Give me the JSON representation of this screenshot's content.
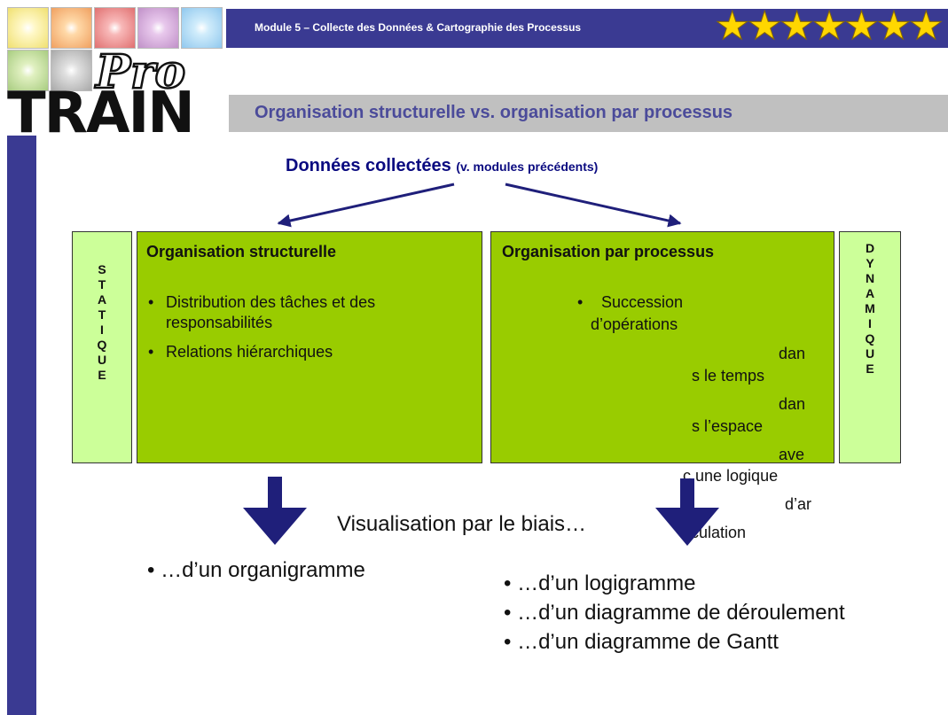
{
  "header": {
    "module_title": "Module 5 – Collecte des Données & Cartographie des Processus",
    "stars": "★★★★★★★"
  },
  "logo": {
    "pro": "Pro",
    "train": "TRAIN"
  },
  "slide": {
    "title": "Organisation structurelle vs. organisation par processus",
    "data_heading": "Données collectées",
    "data_heading_note": "(v. modules précédents)"
  },
  "colors": {
    "header_bar": "#3a3a92",
    "box_green": "#99cc00",
    "box_lightgreen": "#ccff99",
    "arrow": "#1f1f7a"
  },
  "statique": {
    "letters": [
      "S",
      "T",
      "A",
      "T",
      "I",
      "Q",
      "U",
      "E"
    ]
  },
  "dynamique": {
    "letters": [
      "D",
      "Y",
      "N",
      "A",
      "M",
      "I",
      "Q",
      "U",
      "E"
    ]
  },
  "structure_box": {
    "title": "Organisation structurelle",
    "bullet_1": "Distribution des tâches et des responsabilités",
    "bullet_2": "Relations hiérarchiques"
  },
  "process_box": {
    "title": "Organisation par processus",
    "line_1": "Succession",
    "line_2": "d’opérations",
    "line_3": "dan",
    "line_4": "s le temps",
    "line_5": "dan",
    "line_6": "s l’espace",
    "line_7": "ave",
    "line_8": "c une logique",
    "line_9": "d’ar",
    "line_10": "ticulation"
  },
  "visualisation": {
    "label": "Visualisation par le biais…",
    "left_bullet": "…d’un organigramme",
    "right_bullets": [
      "…d’un logigramme",
      "…d’un diagramme de déroulement",
      "…d’un diagramme de Gantt"
    ]
  }
}
